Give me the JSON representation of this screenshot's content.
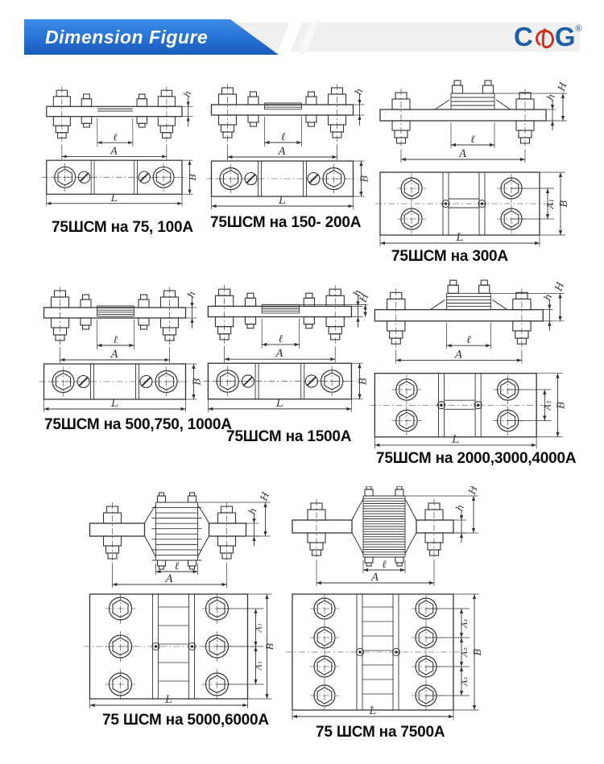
{
  "page": {
    "background": "#ffffff",
    "ink": "#333333"
  },
  "header": {
    "title": "Dimension Figure",
    "banner": {
      "blue_top": "#3f8de8",
      "blue_bottom": "#1b5cb8",
      "band_gray": "#f0f0f0"
    },
    "logo": {
      "c": "C",
      "kana": "の",
      "g": "G",
      "reg": "®",
      "letter_color": "#1d5fa6",
      "kana_color": "#d22b1a"
    }
  },
  "figures": [
    {
      "id": "75-100a",
      "caption": "75ШСМ на 75, 100А",
      "type": "small",
      "strips": 1,
      "rows": 1,
      "dims": {
        "l": "ℓ",
        "A": "A",
        "h": "h",
        "L": "L",
        "B": "B"
      }
    },
    {
      "id": "150-200a",
      "caption": "75ШСМ на 150- 200А",
      "type": "small",
      "strips": 3,
      "rows": 1,
      "dims": {
        "l": "ℓ",
        "A": "A",
        "h": "h",
        "L": "L",
        "B": "B"
      }
    },
    {
      "id": "300a",
      "caption": "75ШСМ на 300А",
      "type": "wide",
      "strips": 4,
      "rows": 2,
      "dims": {
        "l": "ℓ",
        "A": "A",
        "h": "h",
        "H": "H",
        "L": "L",
        "B": "B",
        "A1": "A₁"
      }
    },
    {
      "id": "500-750-1000a",
      "caption": "75ШСМ на 500,750, 1000А",
      "type": "small",
      "strips": 5,
      "rows": 1,
      "dims": {
        "l": "ℓ",
        "A": "A",
        "h": "h",
        "L": "L",
        "B": "B"
      }
    },
    {
      "id": "1500a",
      "caption": "75ШСМ на 1500А",
      "type": "small",
      "strips": 4,
      "rows": 1,
      "dims": {
        "l": "ℓ",
        "A": "A",
        "h": "h",
        "H": "H",
        "L": "L",
        "B": "B"
      }
    },
    {
      "id": "2000-3000-4000a",
      "caption": "75ШСМ на 2000,3000,4000А",
      "type": "wide",
      "strips": 5,
      "rows": 2,
      "dims": {
        "l": "ℓ",
        "A": "A",
        "h": "h",
        "H": "H",
        "L": "L",
        "B": "B",
        "A1": "A₁"
      }
    },
    {
      "id": "5000-6000a",
      "caption": "75 ШСМ на 5000,6000А",
      "type": "big",
      "strips": 11,
      "rows": 3,
      "dims": {
        "l": "ℓ",
        "A": "A",
        "h": "h",
        "H": "H",
        "L": "L",
        "B": "B",
        "A1": "A₁"
      }
    },
    {
      "id": "7500a",
      "caption": "75 ШСМ на 7500А",
      "type": "big",
      "strips": 24,
      "rows": 4,
      "dims": {
        "l": "ℓ",
        "A": "A",
        "h": "h",
        "H": "H",
        "L": "L",
        "B": "B",
        "A1": "A₁",
        "A2": "A₂"
      }
    }
  ]
}
